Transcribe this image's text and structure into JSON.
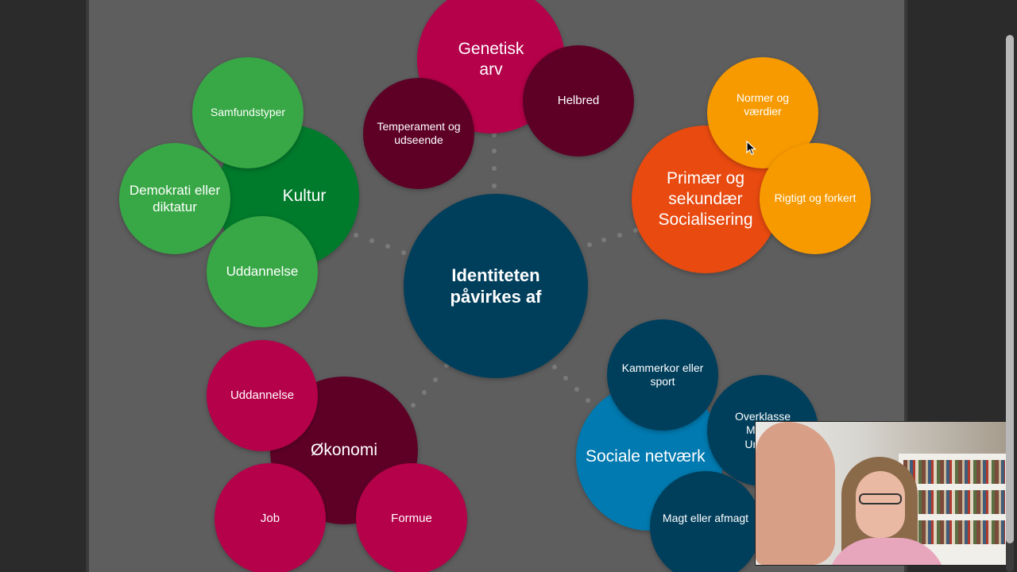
{
  "colors": {
    "slide_bg": "#5e5e5e",
    "center": "#003f5c",
    "genetisk": "#b5004a",
    "genetisk_dark": "#5e0026",
    "kultur_dark": "#007a2b",
    "kultur_light": "#38a846",
    "socialisering_red": "#e84a10",
    "socialisering_orange": "#f79a00",
    "okonomi_dark": "#5e0026",
    "okonomi_light": "#b5004a",
    "sociale_blue": "#007ab0",
    "sociale_dark": "#003f5c"
  },
  "center": {
    "label": "Identiteten påvirkes af"
  },
  "genetisk": {
    "label": "Genetisk arv",
    "sub": [
      "Temperament og udseende",
      "Helbred"
    ]
  },
  "kultur": {
    "label": "Kultur",
    "sub": [
      "Samfundstyper",
      "Demokrati eller diktatur",
      "Uddannelse"
    ]
  },
  "socialisering": {
    "label": "Primær og sekundær Socialisering",
    "sub": [
      "Normer og værdier",
      "Rigtigt og forkert"
    ]
  },
  "okonomi": {
    "label": "Økonomi",
    "sub": [
      "Uddannelse",
      "Job",
      "Formue"
    ]
  },
  "sociale": {
    "label": "Sociale netværk",
    "sub": [
      "Kammerkor eller sport",
      "Overklasse Midd... Unde...",
      "Magt eller afmagt"
    ]
  },
  "icons": {
    "cursor": "mouse-cursor-icon"
  }
}
